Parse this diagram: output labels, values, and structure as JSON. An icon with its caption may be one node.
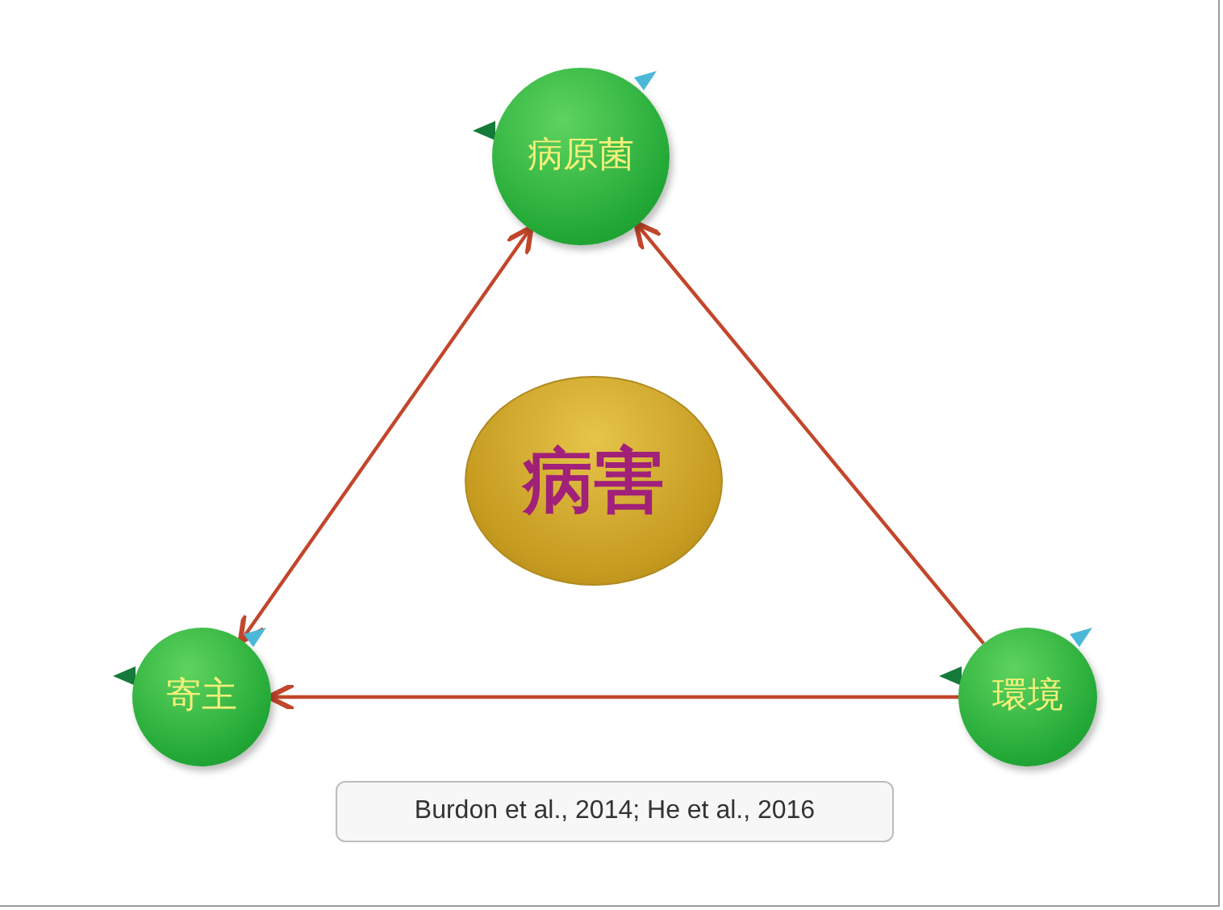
{
  "diagram": {
    "nodes": [
      {
        "text": [
          "病原菌"
        ]
      },
      {
        "text": [
          "病害"
        ]
      },
      {
        "text": [
          "寄主"
        ]
      },
      {
        "text": [
          "環境"
        ]
      },
      {
        "text": [
          "Burdon et al., 2014; He et al., 2016"
        ]
      }
    ],
    "edges": [
      {
        "from": 2,
        "to": 0,
        "arrow": "both"
      },
      {
        "from": 3,
        "to": 0,
        "arrow": "to"
      },
      {
        "from": 3,
        "to": 2,
        "arrow": "to"
      }
    ]
  }
}
